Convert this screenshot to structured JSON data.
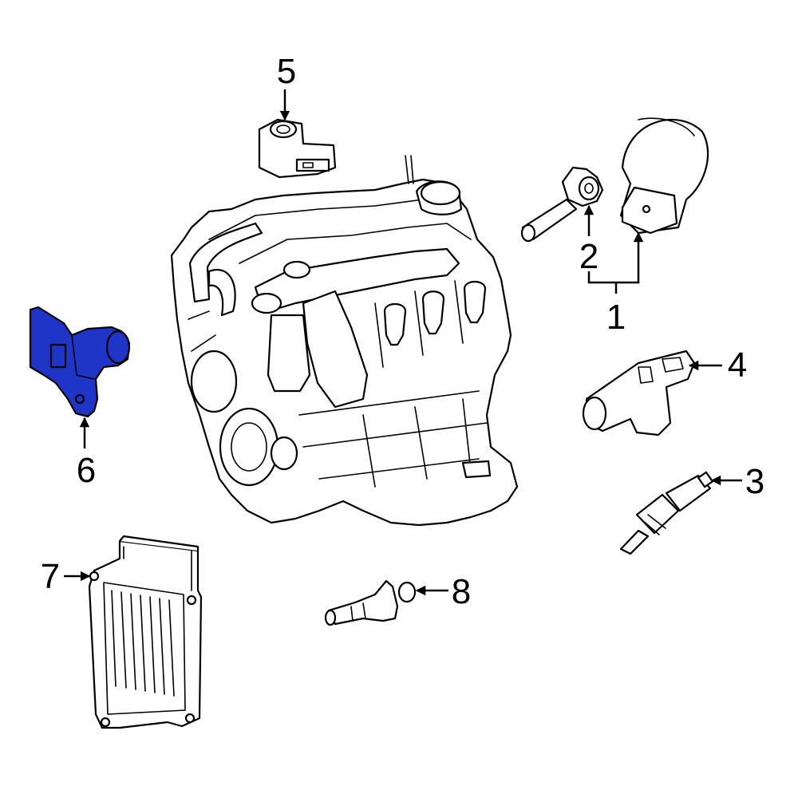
{
  "diagram": {
    "highlight_color": "#1f35c8",
    "highlighted_callout": "6",
    "callouts": {
      "c1": "1",
      "c2": "2",
      "c3": "3",
      "c4": "4",
      "c5": "5",
      "c6": "6",
      "c7": "7",
      "c8": "8"
    }
  }
}
